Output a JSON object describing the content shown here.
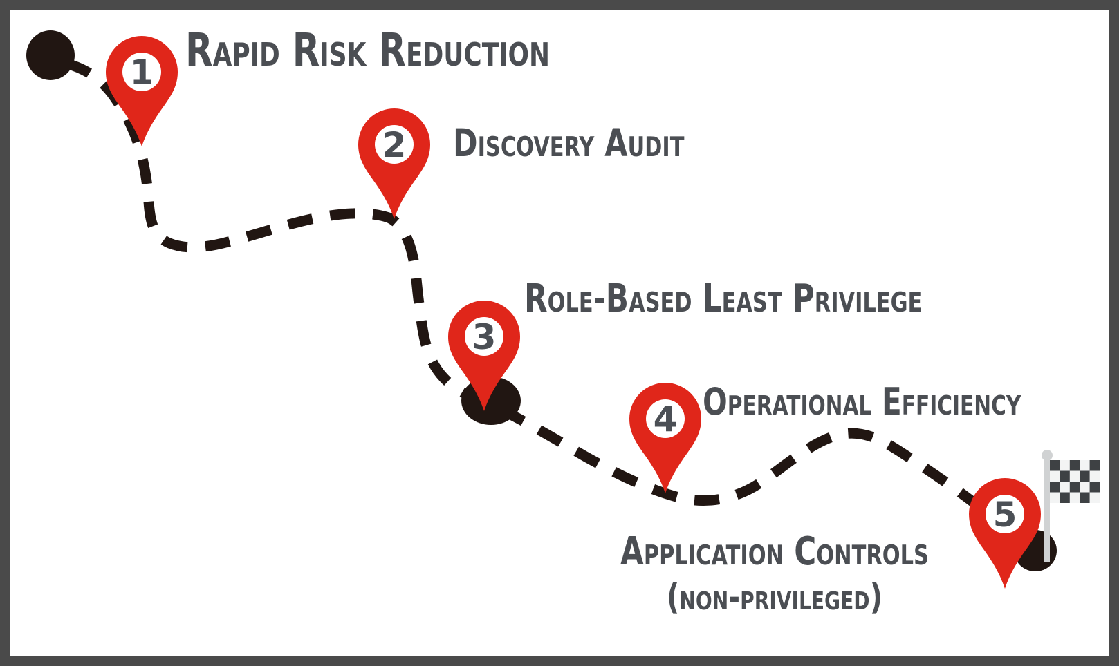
{
  "diagram": {
    "type": "journey-roadmap",
    "milestone_count": "5"
  },
  "milestones": [
    {
      "number": "1",
      "label": "Rapid Risk Reduction"
    },
    {
      "number": "2",
      "label": "Discovery Audit"
    },
    {
      "number": "3",
      "label": "Role-Based Least Privilege"
    },
    {
      "number": "4",
      "label": "Operational Efficiency"
    },
    {
      "number": "5",
      "label": "Application Controls",
      "label_line2": "(non-privileged)"
    }
  ],
  "icons": {
    "start": "start-dot",
    "waypoint": "waypoint-dot",
    "marker": "map-pin",
    "finish": "checkered-flag"
  },
  "colors": {
    "pin_red": "#e0261a",
    "path": "#211612",
    "label_text": "#4b4e53",
    "pin_number": "#4b4f55",
    "frame": "#4a4a4a",
    "flag_dark": "#3e4144",
    "flag_light": "#f3f4f4",
    "flag_pole": "#d0d2d3",
    "background": "#ffffff"
  }
}
